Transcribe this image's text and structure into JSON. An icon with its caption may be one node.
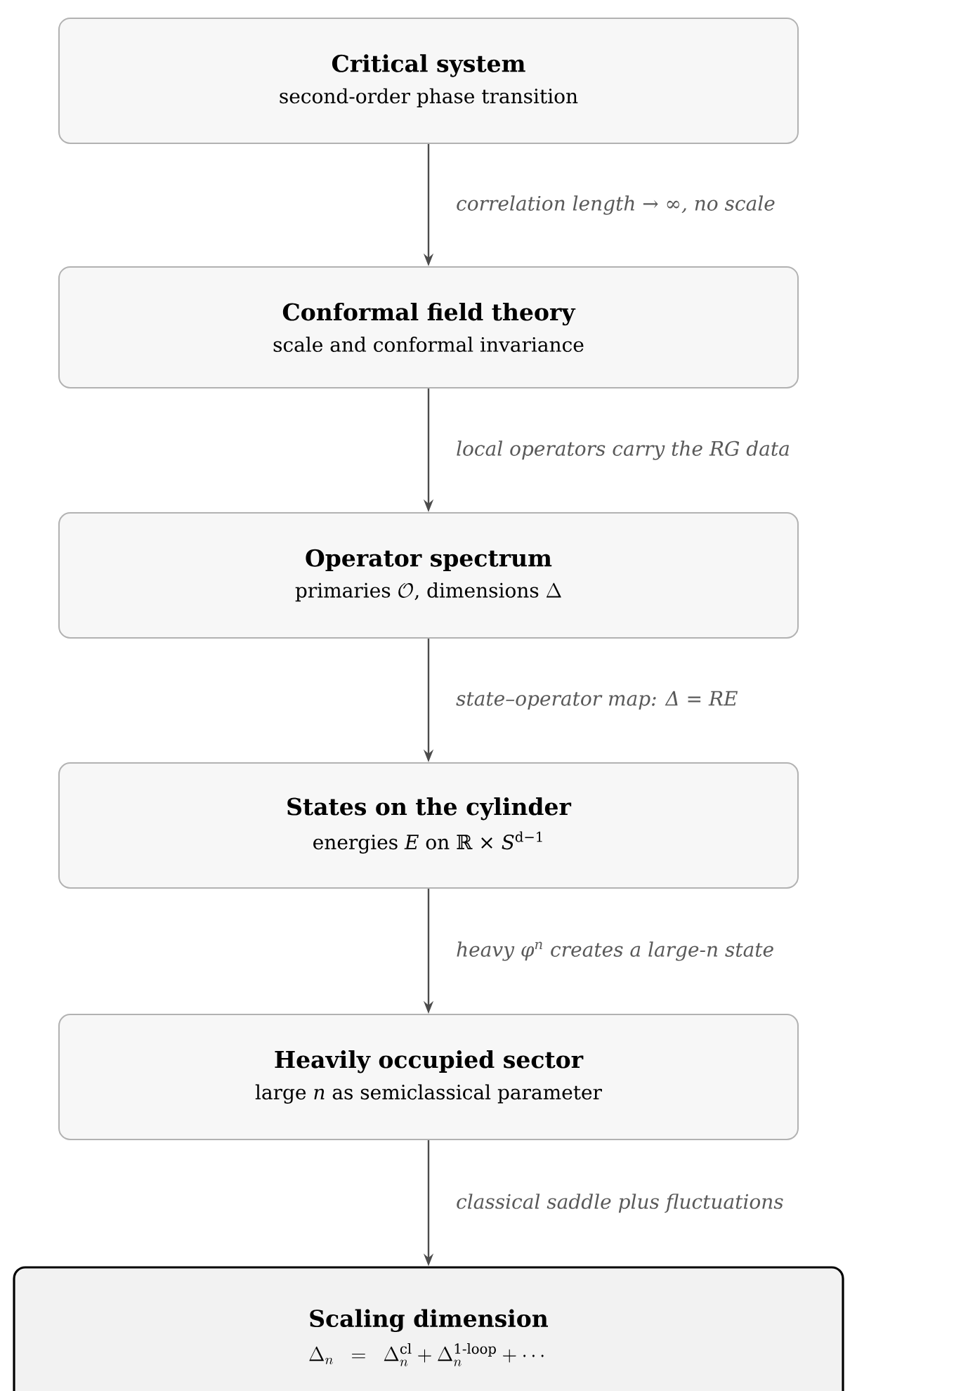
{
  "diagram": {
    "nodes": [
      {
        "text": [
          "Critical system",
          "second-order phase transition"
        ]
      },
      {
        "text": [
          "Conformal field theory",
          "scale and conformal invariance"
        ]
      },
      {
        "text": [
          "Operator spectrum",
          "\\text{primaries }\\mathcal{O}\\text{, dimensions }\\Delta"
        ]
      },
      {
        "text": [
          "States on the cylinder",
          "energies *E* on ℝ × *S*$^{d−1}$"
        ]
      },
      {
        "text": [
          "Heavily occupied sector",
          "large *n* as semiclassical parameter"
        ]
      },
      {
        "text": [
          "Scaling dimension",
          "\\Delta_n \\;\\;=\\;\\; \\Delta_n^{\\mathrm{cl}} + \\Delta_n^{\\text{1-loop}} + \\cdots"
        ]
      }
    ],
    "edges": [
      {
        "from": 0,
        "to": 1,
        "arrow": "to",
        "label": "correlation length → ∞, no scale"
      },
      {
        "from": 1,
        "to": 2,
        "arrow": "to",
        "label": "local operators carry the RG data"
      },
      {
        "from": 2,
        "to": 3,
        "arrow": "to",
        "label": "state–operator map: Δ = RE"
      },
      {
        "from": 3,
        "to": 4,
        "arrow": "to",
        "label": "heavy φ$^{n}$ creates a large-n state"
      },
      {
        "from": 4,
        "to": 5,
        "arrow": "to",
        "label": "classical saddle plus fluctuations"
      }
    ]
  }
}
